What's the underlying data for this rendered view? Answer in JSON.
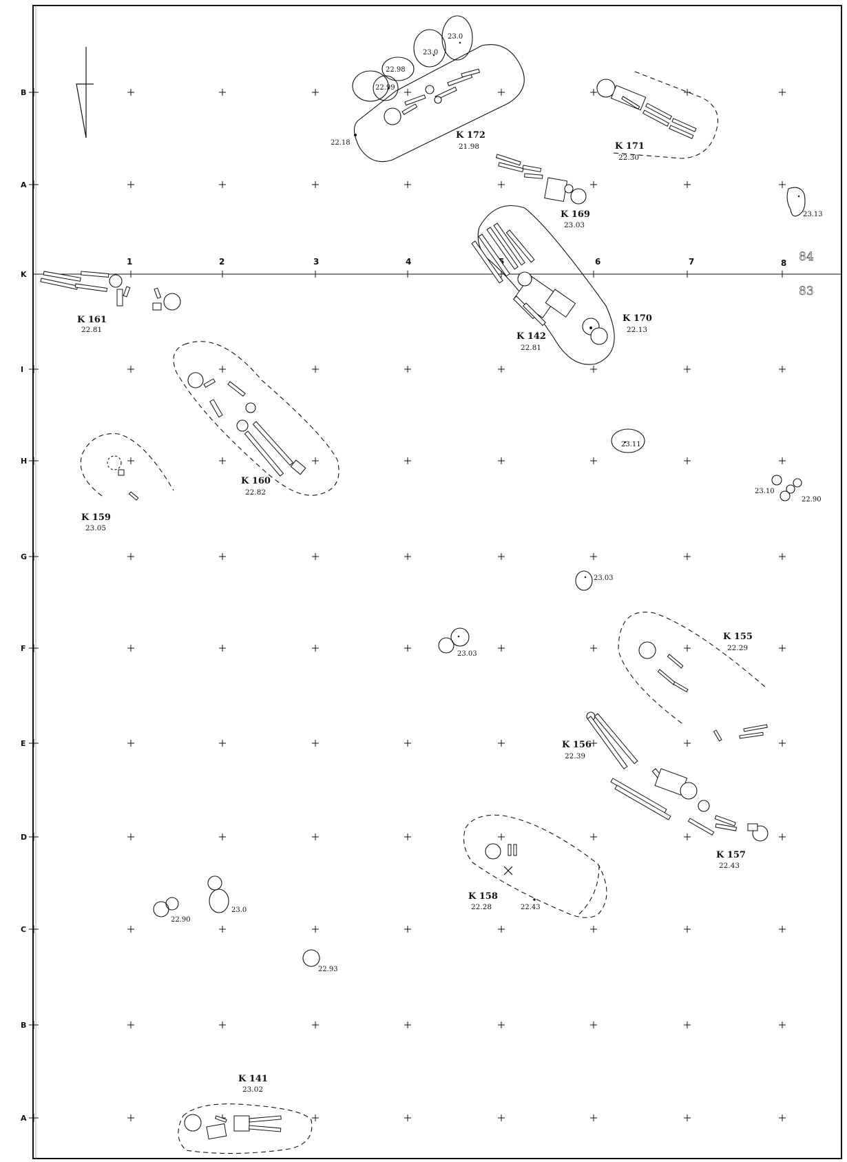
{
  "grid": {
    "rows_top": [
      "B",
      "A",
      "K",
      "I",
      "H",
      "G",
      "F",
      "E",
      "D",
      "C",
      "B",
      "A"
    ],
    "columns": [
      "1",
      "2",
      "3",
      "4",
      "5",
      "6",
      "7",
      "8"
    ],
    "sheet_above": "84",
    "sheet_below": "83"
  },
  "graves": [
    {
      "name": "K 172",
      "elevation": "21.98"
    },
    {
      "name": "K 171",
      "elevation": "22.30"
    },
    {
      "name": "K 169",
      "elevation": "23.03"
    },
    {
      "name": "K 161",
      "elevation": "22.81"
    },
    {
      "name": "K 142",
      "elevation": "22.81"
    },
    {
      "name": "K 170",
      "elevation": "22.13"
    },
    {
      "name": "K 160",
      "elevation": "22.82"
    },
    {
      "name": "K 159",
      "elevation": "23.05"
    },
    {
      "name": "K 155",
      "elevation": "22.29"
    },
    {
      "name": "K 156",
      "elevation": "22.39"
    },
    {
      "name": "K 157",
      "elevation": "22.43"
    },
    {
      "name": "K 158",
      "elevation": "22.28"
    },
    {
      "name": "K 141",
      "elevation": "23.02"
    }
  ],
  "spot_elevations": [
    "23.0",
    "23.0",
    "22.98",
    "22.99",
    "22.18",
    "23.13",
    "23.11",
    "23.10",
    "22.90",
    "23.03",
    "23.03",
    "23.0",
    "22.90",
    "22.93",
    "22.43"
  ]
}
